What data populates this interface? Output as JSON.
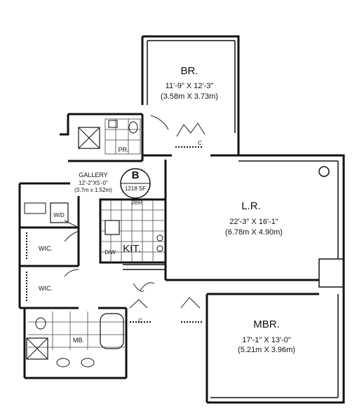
{
  "rooms": {
    "br": {
      "name": "BR.",
      "dims_imperial": "11'-9\" X 12'-3\"",
      "dims_metric": "(3.58m X 3.73m)"
    },
    "lr": {
      "name": "L.R.",
      "dims_imperial": "22'-3\" X 16'-1\"",
      "dims_metric": "(6.78m X 4.90m)"
    },
    "mbr": {
      "name": "MBR.",
      "dims_imperial": "17'-1\" X 13'-0\"",
      "dims_metric": "(5.21m X 3.96m)"
    },
    "gallery": {
      "name": "GALLERY",
      "dims_imperial": "12'-2\"X5'-0\"",
      "dims_metric": "(3.7m x 1.52m)"
    },
    "kit": {
      "name": "KIT."
    },
    "pr": {
      "name": "PR."
    },
    "mb": {
      "name": "MB."
    },
    "wic_1": {
      "name": "WIC."
    },
    "wic_2": {
      "name": "WIC."
    }
  },
  "fixtures": {
    "wd": "W/D",
    "dw": "D/W",
    "closet_br": "C",
    "closet_mbr": "C"
  },
  "unit_marker": {
    "letter": "B",
    "area": "1218 SF",
    "type": "2BR"
  },
  "colors": {
    "ink": "#111111",
    "paper": "#ffffff"
  }
}
